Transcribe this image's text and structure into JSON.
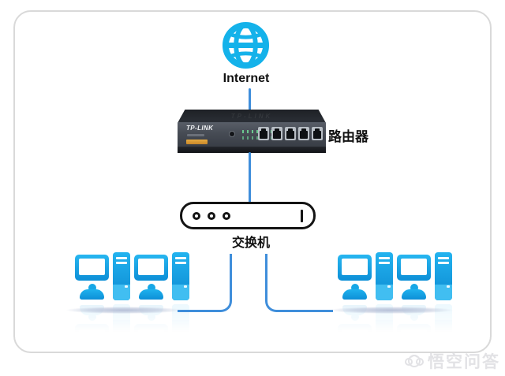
{
  "diagram": {
    "internet_label": "Internet",
    "router_label": "路由器",
    "switch_label": "交换机",
    "router": {
      "brand": "TP-LINK"
    },
    "icons": {
      "internet": "globe-icon",
      "watermark": "monkey-logo-icon"
    }
  },
  "watermark": {
    "text": "悟空问答"
  },
  "colors": {
    "globe_cyan": "#14b2ea",
    "device_cyan": "#14a9e8",
    "line_blue": "#3f8edb",
    "router_orange": "#d9952f",
    "floor_shadow": "#b7c1d8",
    "card_border": "#d9d9d9"
  }
}
